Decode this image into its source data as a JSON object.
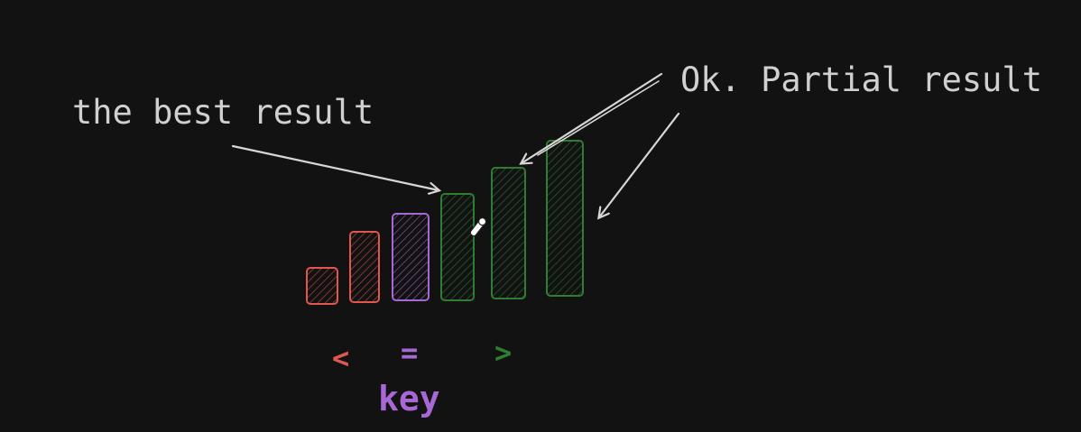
{
  "annotations": {
    "best_result": "the best result",
    "partial_result": "Ok. Partial result"
  },
  "legend": {
    "less_than": "<",
    "equals": "=",
    "greater_than": ">",
    "key": "key"
  },
  "bars": [
    {
      "group": "less",
      "level": 1
    },
    {
      "group": "less",
      "level": 2
    },
    {
      "group": "equal",
      "level": 3
    },
    {
      "group": "greater",
      "level": 4
    },
    {
      "group": "greater",
      "level": 5
    },
    {
      "group": "greater",
      "level": 6
    }
  ],
  "colors": {
    "background": "#121212",
    "less": "#e0574f",
    "equal": "#a768d6",
    "greater": "#2e7d32",
    "text": "#d0d0d0",
    "arrow": "#d6d6d6"
  }
}
